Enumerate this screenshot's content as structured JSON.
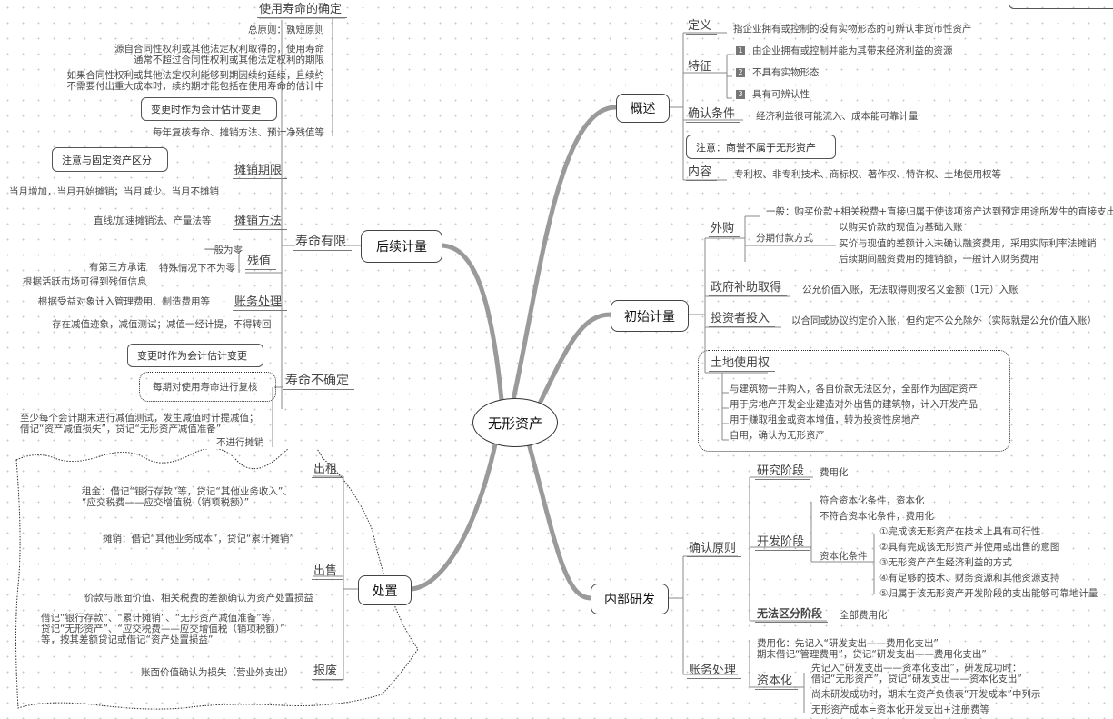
{
  "center": "无形资产",
  "overview": {
    "title": "概述",
    "definition": {
      "label": "定义",
      "text": "指企业拥有或控制的没有实物形态的可辨认非货币性资产"
    },
    "features": {
      "label": "特征",
      "numbers": [
        "1",
        "2",
        "3"
      ],
      "items": [
        "由企业拥有或控制并能为其带来经济利益的资源",
        "不具有实物形态",
        "具有可辨认性"
      ]
    },
    "recognition": {
      "label": "确认条件",
      "text": "经济利益很可能流入、成本能可靠计量"
    },
    "note": "注意：商誉不属于无形资产",
    "content": {
      "label": "内容",
      "text": "专利权、非专利技术、商标权、著作权、特许权、土地使用权等"
    }
  },
  "initial": {
    "title": "初始计量",
    "purchase": {
      "label": "外购",
      "general": "一般：购买价款+相关税费+直接归属于使该项资产达到预定用途所发生的直接支出",
      "installment_label": "分期付款方式",
      "installment_items": [
        "以购买价款的现值为基础入账",
        "买价与现值的差额计入未确认融资费用，采用实际利率法摊销",
        "后续期间融资费用的摊销额，一般计入财务费用"
      ]
    },
    "government": {
      "label": "政府补助取得",
      "text": "公允价值入账，无法取得则按名义金额（1元）入账"
    },
    "investor": {
      "label": "投资者投入",
      "text": "以合同或协议约定价入账，但约定不公允除外（实际就是公允价值入账）"
    },
    "land": {
      "label": "土地使用权",
      "items": [
        "与建筑物一并购入，各自价款无法区分，全部作为固定资产",
        "用于房地产开发企业建造对外出售的建筑物，计入开发产品",
        "用于赚取租金或资本增值，转为投资性房地产",
        "自用，确认为无形资产"
      ]
    }
  },
  "rd": {
    "title": "内部研发",
    "principle": {
      "label": "确认原则",
      "research": {
        "label": "研究阶段",
        "text": "费用化"
      },
      "development": {
        "label": "开发阶段",
        "items": [
          "符合资本化条件，资本化",
          "不符合资本化条件，费用化"
        ],
        "cap_label": "资本化条件",
        "conditions": [
          "①完成该无形资产在技术上具有可行性",
          "②具有完成该无形资产并使用或出售的意图",
          "③无形资产产生经济利益的方式",
          "④有足够的技术、财务资源和其他资源支持",
          "⑤归属于该无形资产开发阶段的支出能够可靠地计量"
        ]
      },
      "undistinguishable": {
        "label": "无法区分阶段",
        "text": "全部费用化"
      }
    },
    "accounting": {
      "label": "账务处理",
      "expense": "费用化：先记入“研发支出——费用化支出”\n期末借记“管理费用”，贷记“研发支出——费用化支出”",
      "capital_label": "资本化",
      "capital_items": [
        "先记入“研发支出——资本化支出”，研发成功时：\n借记“无形资产”，贷记“研发支出——资本化支出”",
        "尚未研发成功时，期末在资产负债表“开发成本”中列示",
        "无形资产成本=资本化开发支出+注册费等"
      ]
    }
  },
  "subsequent": {
    "title": "后续计量",
    "life": {
      "label": "使用寿命的确定",
      "items": [
        "总原则：孰短原则",
        "源自合同性权利或其他法定权利取得的，使用寿命\n通常不超过合同性权利或其他法定权利的期限",
        "如果合同性权利或其他法定权利能够到期因续约延续，且续约\n不需要付出重大成本时，续约期才能包括在使用寿命的估计中",
        "每年复核寿命、摊销方法、预计净残值等"
      ],
      "callout": "变更时作为会计估计变更"
    },
    "finite": {
      "label": "寿命有限",
      "period": {
        "label": "摊销期限",
        "text": "当月增加，当月开始摊销；当月减少，当月不摊销",
        "callout": "注意与固定资产区分"
      },
      "method": {
        "label": "摊销方法",
        "text": "直线/加速摊销法、产量法等"
      },
      "residual": {
        "label": "残值",
        "general": "一般为零",
        "special": "特殊情况下不为零",
        "cases": [
          "有第三方承诺",
          "根据活跃市场可得到残值信息"
        ]
      },
      "accounting": {
        "label": "账务处理",
        "text": "根据受益对象计入管理费用、制造费用等"
      },
      "impairment": "存在减值迹象，减值测试；减值一经计提，不得转回"
    },
    "indefinite": {
      "label": "寿命不确定",
      "review": "每期对使用寿命进行复核",
      "callout": "变更时作为会计估计变更",
      "impairment": "至少每个会计期末进行减值测试，发生减值时计提减值；\n借记“资产减值损失”，贷记“无形资产减值准备”",
      "no_amortization": "不进行摊销"
    }
  },
  "disposal": {
    "title": "处置",
    "rent": {
      "label": "出租",
      "items": [
        "租金：借记“银行存款”等，贷记“其他业务收入”、\n“应交税费——应交增值税（销项税额）”",
        "摊销：借记“其他业务成本”，贷记“累计摊销”"
      ]
    },
    "sale": {
      "label": "出售",
      "items": [
        "价款与账面价值、相关税费的差额确认为资产处置损益",
        "借记“银行存款”、“累计摊销”、“无形资产减值准备”等，\n贷记“无形资产”、“应交税费——应交增值税（销项税额）”\n等，按其差额贷记或借记“资产处置损益”"
      ]
    },
    "scrap": {
      "label": "报废",
      "text": "账面价值确认为损失（营业外支出）"
    }
  }
}
